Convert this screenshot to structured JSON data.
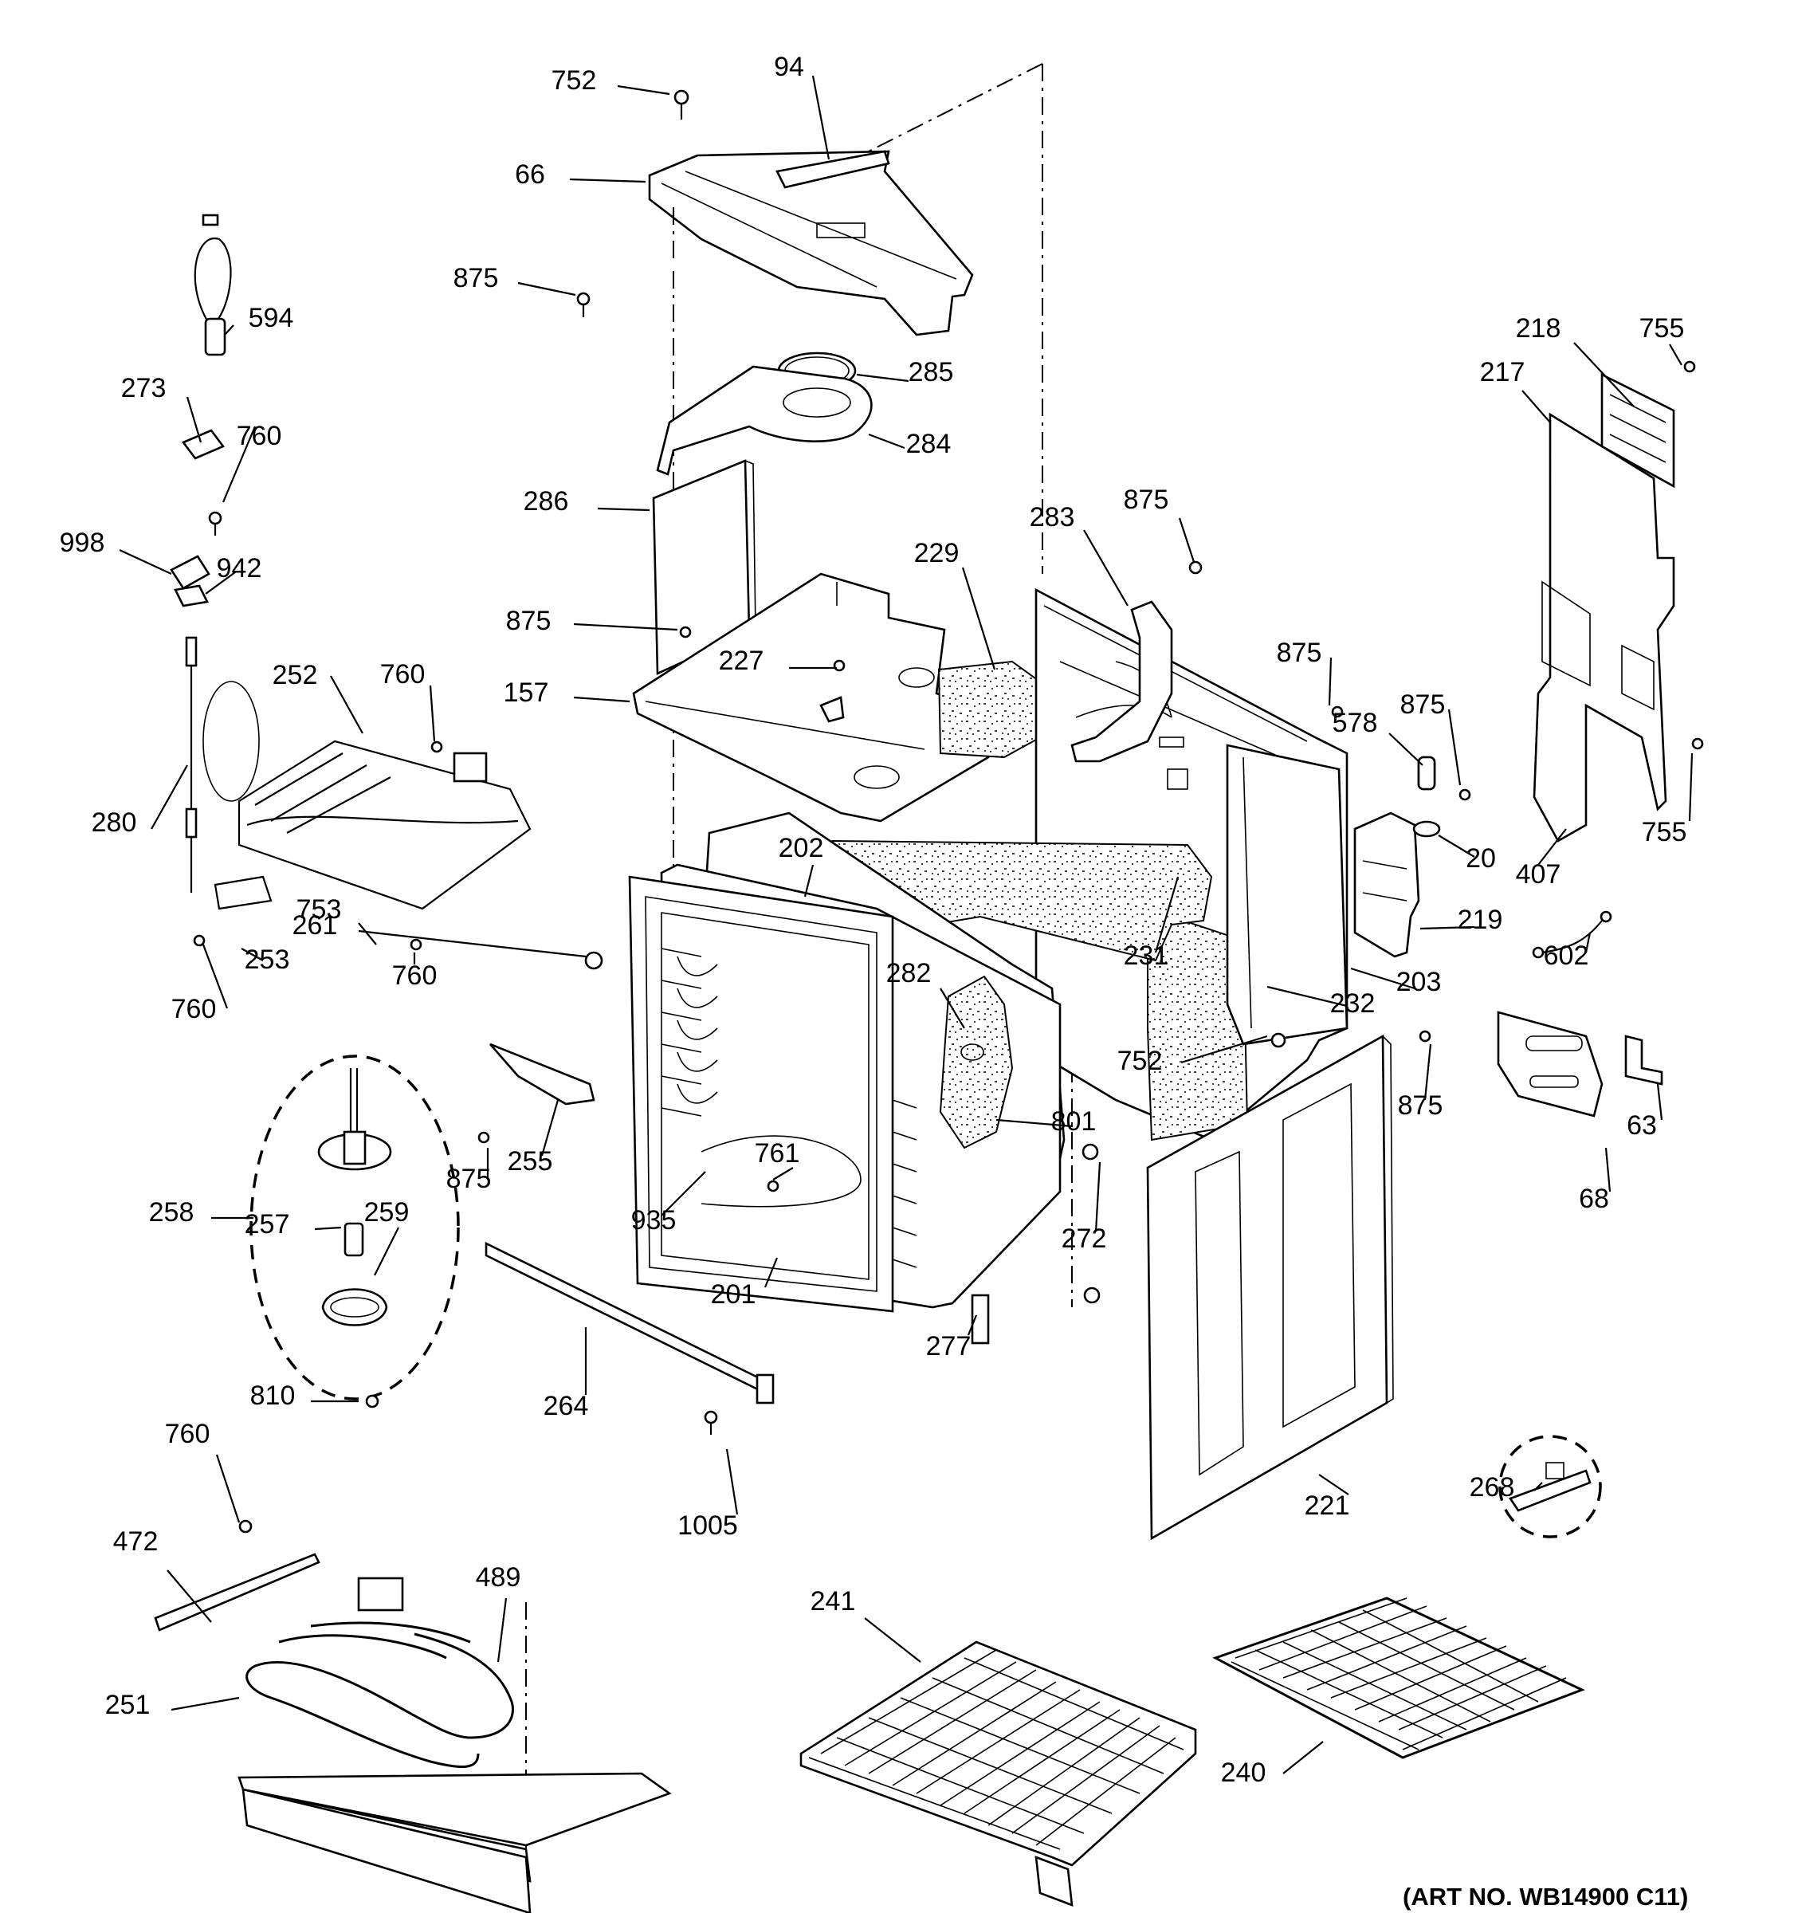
{
  "caption": "(ART NO. WB14900 C11)",
  "callouts": [
    "752",
    "94",
    "66",
    "875",
    "594",
    "285",
    "273",
    "760",
    "284",
    "286",
    "998",
    "942",
    "283",
    "229",
    "875",
    "875",
    "875",
    "227",
    "157",
    "252",
    "760",
    "280",
    "578",
    "875",
    "20",
    "202",
    "261",
    "282",
    "753",
    "253",
    "760",
    "231",
    "232",
    "203",
    "219",
    "602",
    "760",
    "255",
    "875",
    "752",
    "801",
    "875",
    "761",
    "63",
    "258",
    "257",
    "259",
    "935",
    "201",
    "272",
    "68",
    "277",
    "264",
    "810",
    "1005",
    "221",
    "268",
    "760",
    "472",
    "489",
    "251",
    "241",
    "240",
    "218",
    "755",
    "217",
    "755",
    "407"
  ]
}
